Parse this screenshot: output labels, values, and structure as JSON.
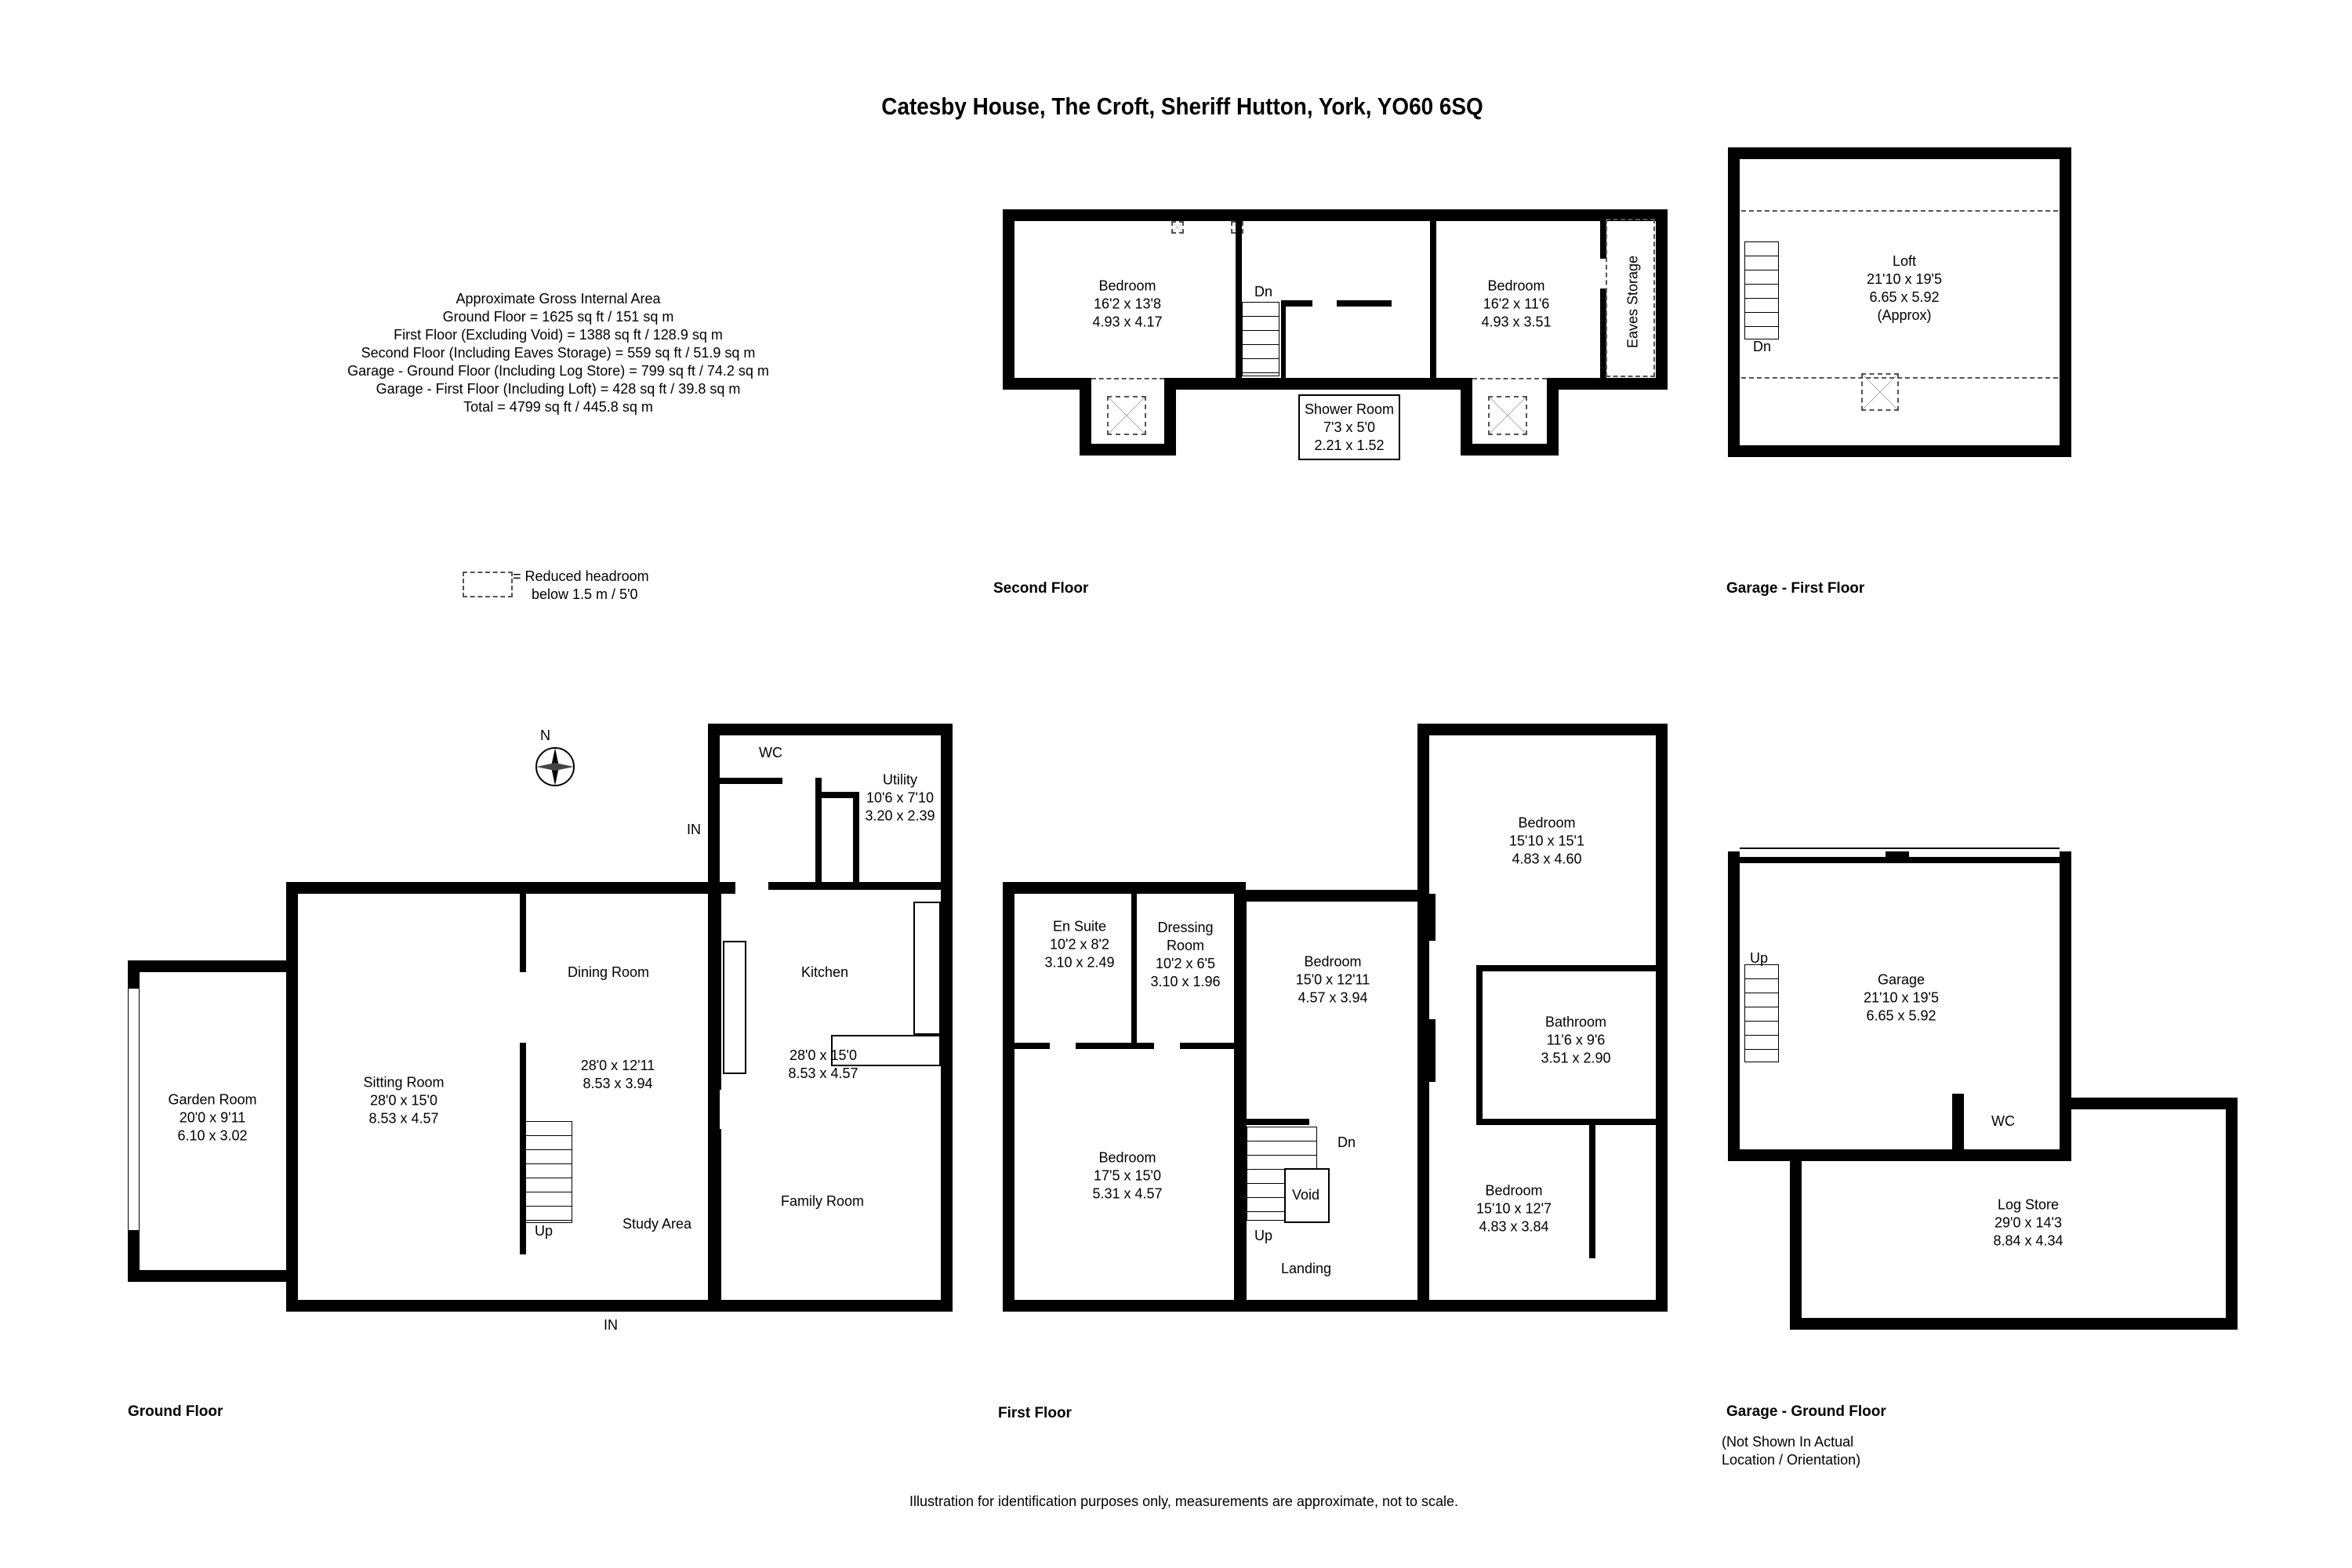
{
  "title": "Catesby House, The Croft, Sheriff Hutton, York, YO60 6SQ",
  "area": {
    "heading": "Approximate Gross Internal Area",
    "lines": [
      "Ground Floor = 1625 sq ft / 151 sq m",
      "First Floor (Excluding Void) = 1388 sq ft / 128.9 sq m",
      "Second Floor (Including Eaves Storage) = 559 sq ft / 51.9 sq m",
      "Garage - Ground Floor (Including Log Store) = 799 sq ft / 74.2 sq m",
      "Garage - First Floor (Including Loft) = 428 sq ft / 39.8 sq m",
      "Total = 4799 sq ft / 445.8 sq m"
    ]
  },
  "legend": {
    "line1": "= Reduced headroom",
    "line2": "below 1.5 m / 5'0"
  },
  "second_floor": {
    "label": "Second Floor",
    "dn": "Dn",
    "bedroom_1": {
      "name": "Bedroom",
      "imperial": "16'2 x 13'8",
      "metric": "4.93 x 4.17"
    },
    "bedroom_2": {
      "name": "Bedroom",
      "imperial": "16'2 x 11'6",
      "metric": "4.93 x 3.51"
    },
    "shower_room": {
      "name": "Shower Room",
      "imperial": "7'3 x 5'0",
      "metric": "2.21 x 1.52"
    },
    "eaves": "Eaves Storage"
  },
  "garage_first_floor": {
    "label": "Garage - First Floor",
    "dn": "Dn",
    "loft": {
      "name": "Loft",
      "imperial": "21'10 x 19'5",
      "metric": "6.65 x 5.92",
      "note": "(Approx)"
    }
  },
  "ground_floor": {
    "label": "Ground Floor",
    "compass": "N",
    "in_side": "IN",
    "in_front": "IN",
    "up": "Up",
    "garden_room": {
      "name": "Garden Room",
      "imperial": "20'0 x 9'11",
      "metric": "6.10 x 3.02"
    },
    "sitting_room": {
      "name": "Sitting Room",
      "imperial": "28'0 x 15'0",
      "metric": "8.53 x 4.57"
    },
    "dining_room": {
      "name": "Dining Room",
      "imperial": "28'0 x 12'11",
      "metric": "8.53 x 3.94"
    },
    "study_area": "Study Area",
    "kitchen": "Kitchen",
    "family_room": {
      "name": "Family Room",
      "imperial": "28'0 x 15'0",
      "metric": "8.53 x 4.57"
    },
    "wc": "WC",
    "utility": {
      "name": "Utility",
      "imperial": "10'6 x 7'10",
      "metric": "3.20 x 2.39"
    }
  },
  "first_floor": {
    "label": "First Floor",
    "dn": "Dn",
    "up": "Up",
    "void": "Void",
    "landing": "Landing",
    "en_suite": {
      "name": "En Suite",
      "imperial": "10'2 x 8'2",
      "metric": "3.10 x 2.49"
    },
    "dressing_room": {
      "name": "Dressing Room",
      "imperial": "10'2 x 6'5",
      "metric": "3.10 x 1.96"
    },
    "bedroom_mid": {
      "name": "Bedroom",
      "imperial": "15'0 x 12'11",
      "metric": "4.57 x 3.94"
    },
    "bedroom_top": {
      "name": "Bedroom",
      "imperial": "15'10 x 15'1",
      "metric": "4.83 x 4.60"
    },
    "bathroom": {
      "name": "Bathroom",
      "imperial": "11'6 x 9'6",
      "metric": "3.51 x 2.90"
    },
    "bedroom_left": {
      "name": "Bedroom",
      "imperial": "17'5 x 15'0",
      "metric": "5.31 x 4.57"
    },
    "bedroom_right": {
      "name": "Bedroom",
      "imperial": "15'10 x 12'7",
      "metric": "4.83 x 3.84"
    }
  },
  "garage_ground_floor": {
    "label": "Garage - Ground Floor",
    "note_line1": "(Not Shown In Actual",
    "note_line2": "Location / Orientation)",
    "up": "Up",
    "wc": "WC",
    "garage": {
      "name": "Garage",
      "imperial": "21'10 x 19'5",
      "metric": "6.65 x 5.92"
    },
    "log_store": {
      "name": "Log Store",
      "imperial": "29'0 x 14'3",
      "metric": "8.84 x 4.34"
    }
  },
  "disclaimer": "Illustration for identification purposes only, measurements are approximate, not to scale."
}
